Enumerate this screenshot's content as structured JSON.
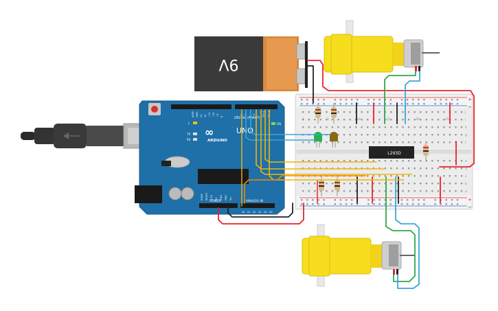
{
  "battery": {
    "label": "9V"
  },
  "arduino": {
    "brand": "ARDUINO",
    "model": "UNO",
    "digital_label": "DIGITAL (PWM~)",
    "power_label": "POWER",
    "analog_label": "ANALOG IN",
    "aref": "AREF",
    "gnd": "GND",
    "led_l": "L",
    "tx": "TX",
    "rx": "RX",
    "on": "ON",
    "digital_pins": [
      "13",
      "12",
      "~11",
      "~10",
      "~9",
      "8",
      "7",
      "~6",
      "~5",
      "4",
      "~3",
      "2",
      "TX→1",
      "RX←0"
    ],
    "power_pins": [
      "IOREF",
      "RESET",
      "3.3V",
      "5V",
      "GND",
      "GND",
      "Vin"
    ],
    "analog_pins": [
      "A0",
      "A1",
      "A2",
      "A3",
      "A4",
      "A5"
    ]
  },
  "chip": {
    "label": "L293D"
  },
  "breadboard": {
    "row_letters_top": [
      "j",
      "i",
      "h",
      "g",
      "f"
    ],
    "row_letters_bottom": [
      "e",
      "d",
      "c",
      "b",
      "a"
    ],
    "col_numbers": [
      "1",
      "5",
      "10",
      "15",
      "20",
      "25",
      "30"
    ],
    "plus": "+",
    "minus": "−"
  },
  "colors": {
    "wire_red": "#e8232a",
    "wire_black": "#222222",
    "wire_yellow": "#f2b705",
    "wire_orange": "#f08a00",
    "wire_blue": "#3aa6d8",
    "wire_green": "#2fa84a",
    "board": "#1f6fa8",
    "motor_yellow": "#f6dd1e",
    "breadboard": "#eeeeee"
  }
}
